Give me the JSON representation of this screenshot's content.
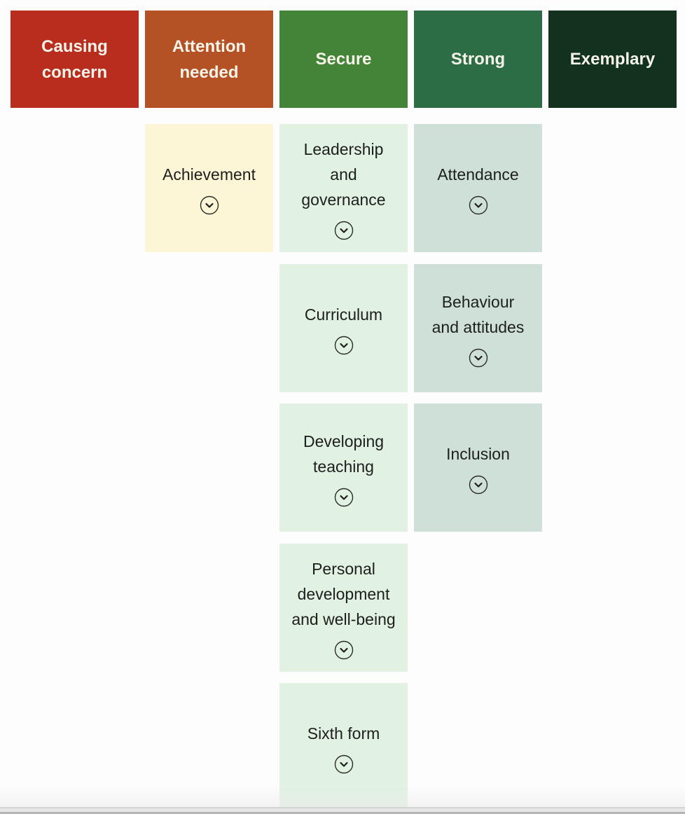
{
  "headers": [
    {
      "label": "Causing\nconcern",
      "color": "#b92d1e"
    },
    {
      "label": "Attention\nneeded",
      "color": "#b45125"
    },
    {
      "label": "Secure",
      "color": "#448438"
    },
    {
      "label": "Strong",
      "color": "#2c6d45"
    },
    {
      "label": "Exemplary",
      "color": "#12321f"
    }
  ],
  "columns": {
    "attention_needed": [
      {
        "label": "Achievement",
        "icon": "chevron-down-circle-icon"
      }
    ],
    "secure": [
      {
        "label": "Leadership\nand\ngovernance",
        "icon": "chevron-down-circle-icon"
      },
      {
        "label": "Curriculum",
        "icon": "chevron-down-circle-icon"
      },
      {
        "label": "Developing\nteaching",
        "icon": "chevron-down-circle-icon"
      },
      {
        "label": "Personal\ndevelopment\nand well-being",
        "icon": "chevron-down-circle-icon"
      },
      {
        "label": "Sixth form",
        "icon": "chevron-down-circle-icon"
      }
    ],
    "strong": [
      {
        "label": "Attendance",
        "icon": "chevron-down-circle-icon"
      },
      {
        "label": "Behaviour\nand attitudes",
        "icon": "chevron-down-circle-icon"
      },
      {
        "label": "Inclusion",
        "icon": "chevron-down-circle-icon"
      }
    ]
  },
  "card_colors": {
    "attention_needed": "#fcf6d6",
    "secure": "#e1f1e2",
    "strong": "#cfe0d9"
  }
}
